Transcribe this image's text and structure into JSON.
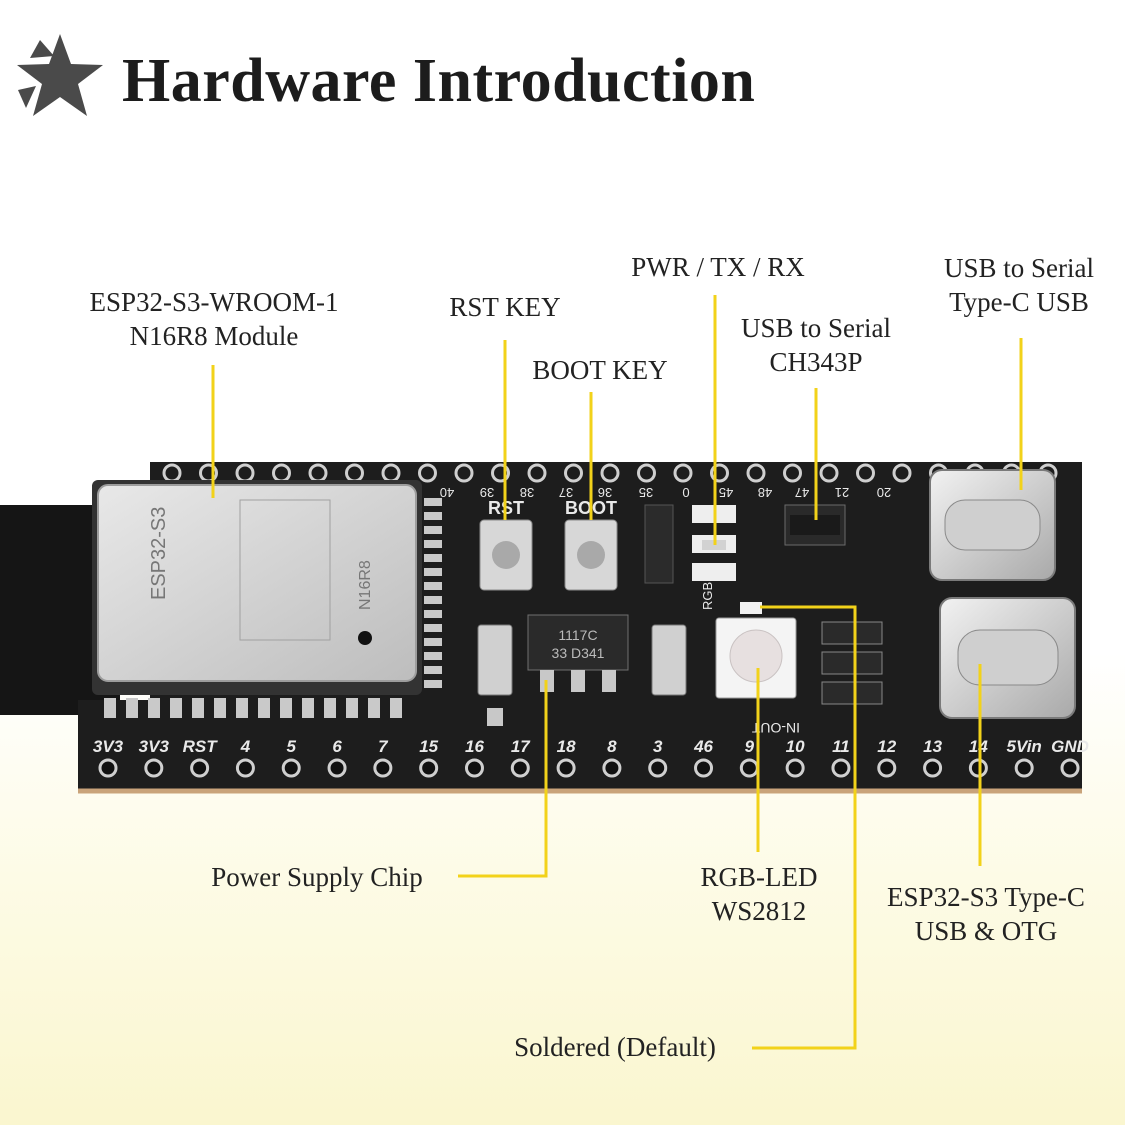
{
  "title": "Hardware Introduction",
  "callouts": {
    "module": [
      "ESP32-S3-WROOM-1",
      "N16R8 Module"
    ],
    "rst_key": "RST KEY",
    "boot_key": "BOOT KEY",
    "status_leds": "PWR / TX / RX",
    "usb_serial_chip": [
      "USB to Serial",
      "CH343P"
    ],
    "usb_serial_port": [
      "USB to Serial",
      "Type-C USB"
    ],
    "power_chip": "Power Supply Chip",
    "rgb_led": [
      "RGB-LED",
      "WS2812"
    ],
    "otg_port": [
      "ESP32-S3 Type-C",
      "USB & OTG"
    ],
    "soldered": "Soldered (Default)"
  },
  "board": {
    "top_pins": [
      "40",
      "39",
      "38",
      "37",
      "36",
      "35",
      "0",
      "45",
      "48",
      "47",
      "21",
      "20"
    ],
    "bottom_pins": [
      "3V3",
      "3V3",
      "RST",
      "4",
      "5",
      "6",
      "7",
      "15",
      "16",
      "17",
      "18",
      "8",
      "3",
      "46",
      "9",
      "10",
      "11",
      "12",
      "13",
      "14",
      "5Vin",
      "GND"
    ],
    "button_rst": "RST",
    "button_boot": "BOOT",
    "rgb_silk": "RGB",
    "in_out_silk": "IN-OUT",
    "regulator_marking": [
      "1117C",
      "33 D341"
    ],
    "module_marking": [
      "ESP32-S3",
      "N16R8"
    ]
  },
  "colors": {
    "accent_line": "#f2d21a",
    "pcb": "#1d1d1d",
    "silkscreen": "#e9e9e9",
    "shield": "#d6d6d6"
  },
  "icons": {
    "title": "star-icon"
  }
}
